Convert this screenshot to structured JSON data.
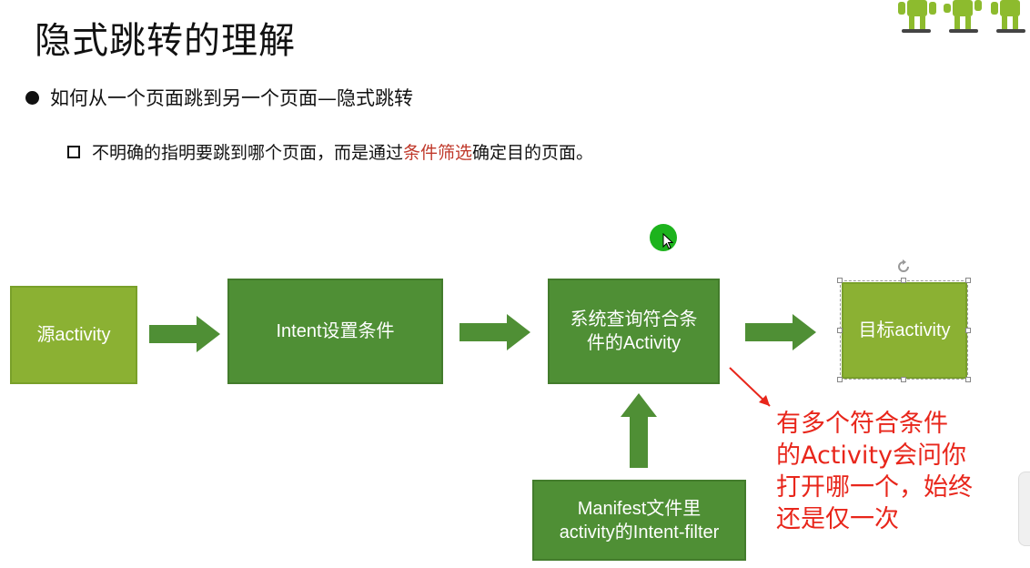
{
  "slide": {
    "title": "隐式跳转的理解",
    "bullet1": "如何从一个页面跳到另一个页面—隐式跳转",
    "bullet2_pre": "不明确的指明要跳到哪个页面，而是通过",
    "bullet2_highlight": "条件筛选",
    "bullet2_post": "确定目的页面。"
  },
  "diagram": {
    "source": "源activity",
    "intent": "Intent设置条件",
    "system_line1": "系统查询符合条",
    "system_line2": "件的Activity",
    "target": "目标activity",
    "manifest_line1": "Manifest文件里",
    "manifest_line2": "activity的Intent-filter"
  },
  "annotation": {
    "line1": "有多个符合条件",
    "line2": "的Activity会问你",
    "line3": "打开哪一个，始终",
    "line4": "还是仅一次"
  },
  "colors": {
    "light_green": "#8bb133",
    "dark_green": "#4f8f35",
    "highlight_red": "#c0392b",
    "annotation_red": "#e8261b",
    "cursor_dot": "#1db31d"
  }
}
